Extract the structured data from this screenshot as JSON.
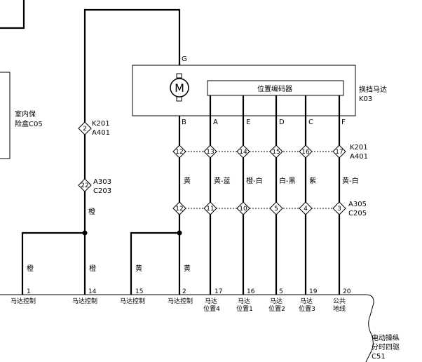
{
  "motor": {
    "symbol": "M",
    "name": "换挡马达",
    "code": "K03",
    "encoder": "位置编码器",
    "top_pin": "G",
    "pins": [
      "B",
      "A",
      "E",
      "D",
      "C",
      "F"
    ]
  },
  "fuse_box": {
    "name": "室内保",
    "name2": "险盒C05"
  },
  "ctrl": {
    "name": "电动操纵",
    "name2": "分时四驱",
    "code": "C51"
  },
  "connectors": {
    "left_k": {
      "num": "2",
      "code1": "K201",
      "code2": "A401"
    },
    "left_a": {
      "num": "22",
      "code1": "A303",
      "code2": "C203"
    },
    "upper_row": {
      "nums": [
        "12",
        "13",
        "14",
        "15",
        "16",
        "17"
      ],
      "code1": "K201",
      "code2": "A401"
    },
    "lower_row": {
      "nums": [
        "12",
        "11",
        "10",
        "5",
        "4",
        "3"
      ],
      "code1": "A305",
      "code2": "C205"
    }
  },
  "wire_colors": {
    "mid": [
      "黄",
      "黄-蓝",
      "橙-白",
      "白-黑",
      "紫",
      "黄-白"
    ],
    "left_orange": "橙",
    "bottom": [
      "橙",
      "橙",
      "黄",
      "黄"
    ]
  },
  "terminals": [
    {
      "pin": "1",
      "label": "马达控制"
    },
    {
      "pin": "14",
      "label": "马达控制"
    },
    {
      "pin": "15",
      "label": "马达控制"
    },
    {
      "pin": "2",
      "label": "马达控制"
    },
    {
      "pin": "17",
      "label": "马达",
      "label2": "位置4"
    },
    {
      "pin": "16",
      "label": "马达",
      "label2": "位置1"
    },
    {
      "pin": "5",
      "label": "马达",
      "label2": "位置2"
    },
    {
      "pin": "19",
      "label": "马达",
      "label2": "位置3"
    },
    {
      "pin": "20",
      "label": "公共",
      "label2": "地线"
    }
  ]
}
